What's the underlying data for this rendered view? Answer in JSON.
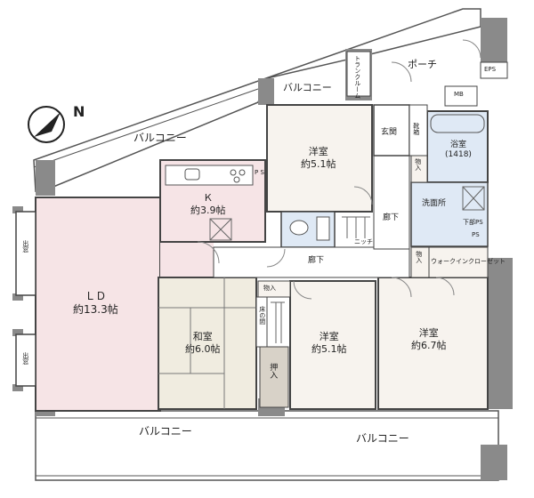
{
  "compass": {
    "label": "N"
  },
  "balconies": {
    "north": "バルコニー",
    "north_small": "バルコニー",
    "south_left": "バルコニー",
    "south_right": "バルコニー"
  },
  "rooms": {
    "ld": {
      "name": "ＬＤ",
      "size": "約13.3帖"
    },
    "kitchen": {
      "name": "Ｋ",
      "size": "約3.9帖"
    },
    "washitsu": {
      "name": "和室",
      "size": "約6.0帖"
    },
    "yoshitsu_north": {
      "name": "洋室",
      "size": "約5.1帖"
    },
    "yoshitsu_mid": {
      "name": "洋室",
      "size": "約5.1帖"
    },
    "yoshitsu_east": {
      "name": "洋室",
      "size": "約6.7帖"
    },
    "bath": {
      "name": "浴室",
      "size": "(1418)"
    }
  },
  "labels": {
    "porch": "ポーチ",
    "eps": "EPS",
    "mb": "MB",
    "entrance": "玄関",
    "shoe_box": "靴箱",
    "trunk_room": "トランクルーム",
    "washroom": "洗面所",
    "corridor_east": "廊下",
    "corridor_mid": "廊下",
    "ps": "PS",
    "lower_ps": "下部PS",
    "niche": "ニッチ",
    "storage_1": "物入",
    "storage_2": "物入",
    "storage_3": "物入",
    "storage_oshiire": "押入",
    "toko": "床の間",
    "wic": "ウォークインクローゼット",
    "window_1": "出窓",
    "window_2": "出窓",
    "kitchen_ps": "P S"
  }
}
